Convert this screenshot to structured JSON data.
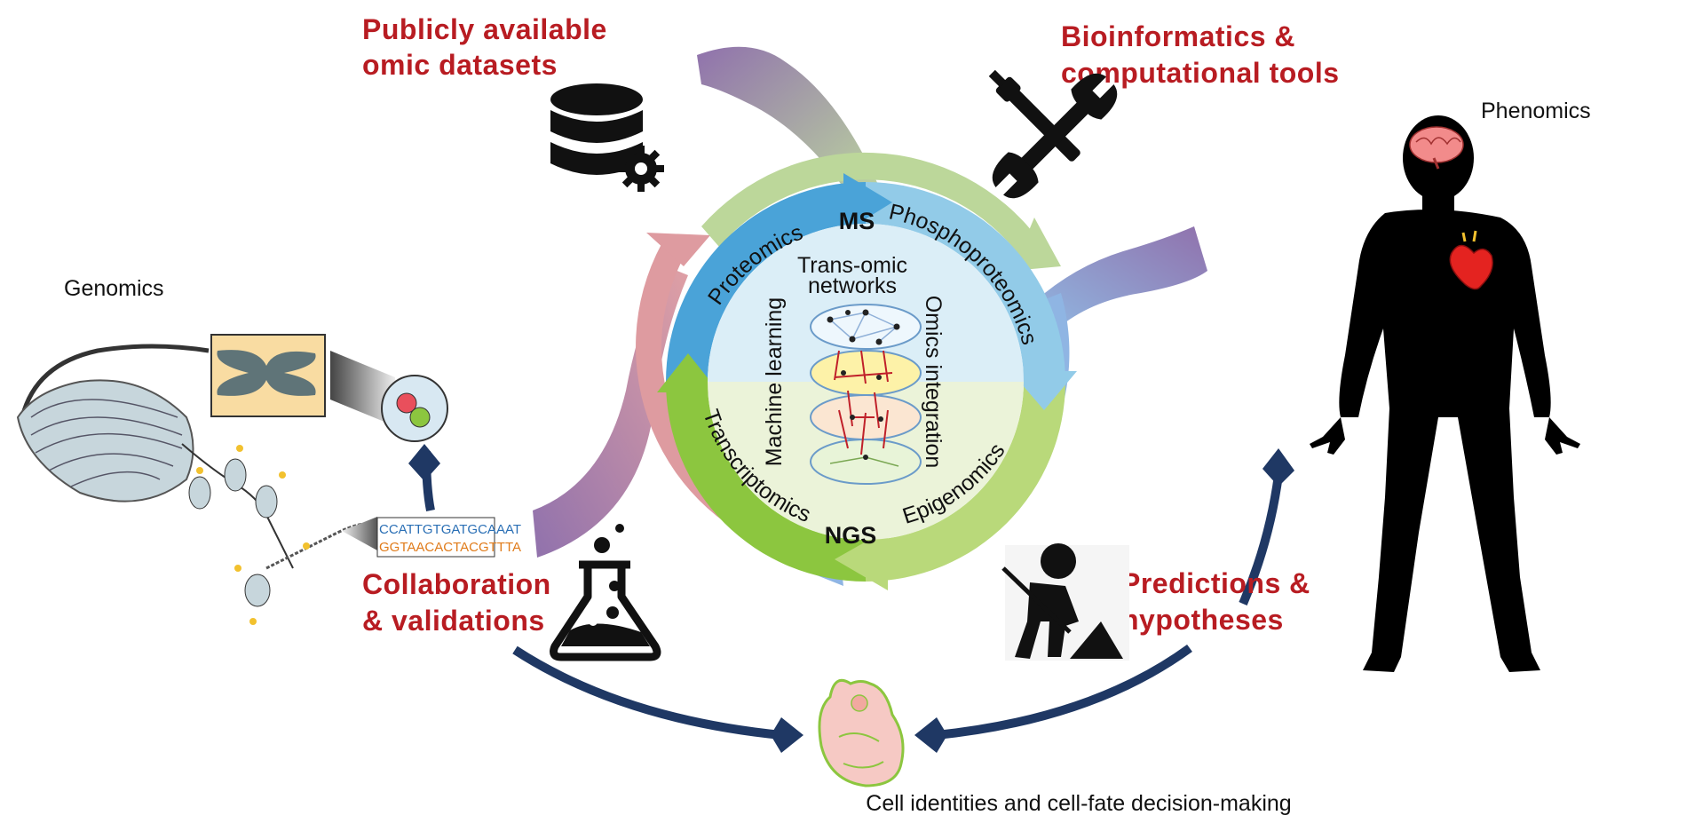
{
  "labels": {
    "publicly_available": [
      "Publicly available",
      "omic datasets"
    ],
    "bioinformatics": [
      "Bioinformatics &",
      "computational tools"
    ],
    "collaboration": [
      "Collaboration",
      "& validations"
    ],
    "predictions": [
      "Predictions &",
      "hypotheses"
    ],
    "genomics": "Genomics",
    "phenomics": "Phenomics",
    "cell_identities": "Cell identities and cell-fate decision-making"
  },
  "ring": {
    "ms": "MS",
    "ngs": "NGS",
    "proteomics": "Proteomics",
    "phosphoproteomics": "Phosphoproteomics",
    "transcriptomics": "Transcriptomics",
    "epigenomics": "Epigenomics",
    "machine_learning": "Machine learning",
    "omics_integration": "Omics integration",
    "trans_omic": [
      "Trans-omic",
      "networks"
    ]
  },
  "sequence": [
    "CCATTGTGATGCAAAT",
    "GGTAACACTACGTTTA"
  ],
  "colors": {
    "label_red": "#b81c22",
    "navy": "#1f3864",
    "ring_blue": "#4aa3d8",
    "ring_lightblue": "#92cbe8",
    "ring_green": "#8cc63f",
    "ring_lightgreen": "#b9d97a"
  },
  "icons": [
    "database-gear-icon",
    "tools-icon",
    "flask-icon",
    "worker-shovel-icon",
    "brain-icon",
    "heart-icon",
    "embryo-icon"
  ]
}
